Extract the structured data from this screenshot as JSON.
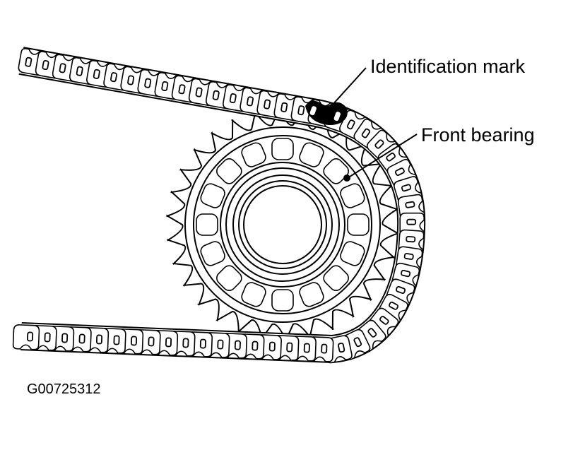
{
  "labels": {
    "identification_mark": "Identification mark",
    "front_bearing": "Front bearing"
  },
  "figure_id": "G00725312",
  "colors": {
    "line": "#000000",
    "background": "#ffffff"
  }
}
